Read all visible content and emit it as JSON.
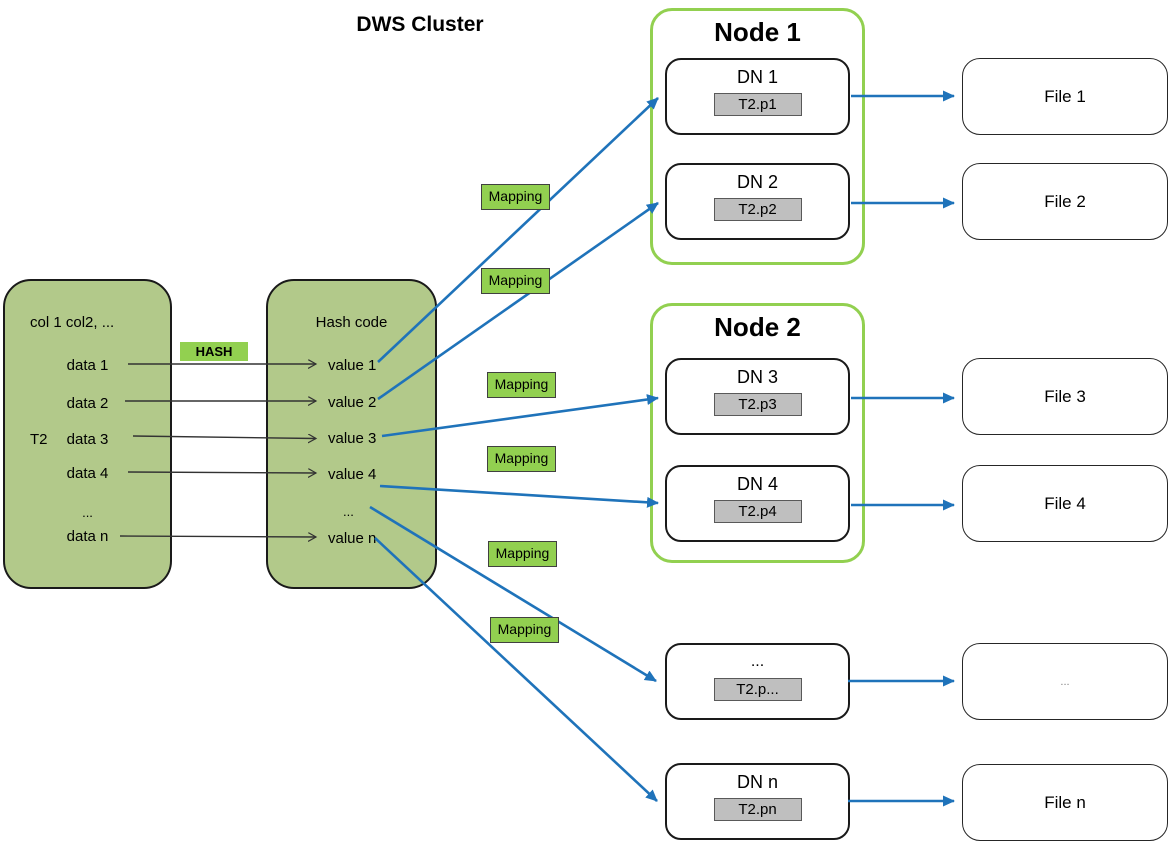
{
  "title": "DWS Cluster",
  "source_table": {
    "label": "T2",
    "header": "col 1 col2, ...",
    "rows": [
      "data 1",
      "data 2",
      "data 3",
      "data 4",
      "...",
      "data n"
    ]
  },
  "hash_box": {
    "title": "Hash code",
    "values": [
      "value 1",
      "value 2",
      "value 3",
      "value 4",
      "...",
      "value n"
    ]
  },
  "hash_chip_label": "HASH",
  "mapping_labels": [
    "Mapping",
    "Mapping",
    "Mapping",
    "Mapping",
    "Mapping",
    "Mapping"
  ],
  "nodes": [
    {
      "title": "Node 1",
      "dns": [
        {
          "name": "DN 1",
          "partition": "T2.p1"
        },
        {
          "name": "DN 2",
          "partition": "T2.p2"
        }
      ]
    },
    {
      "title": "Node 2",
      "dns": [
        {
          "name": "DN 3",
          "partition": "T2.p3"
        },
        {
          "name": "DN 4",
          "partition": "T2.p4"
        }
      ]
    }
  ],
  "standalone_dns": [
    {
      "name": "...",
      "partition": "T2.p..."
    },
    {
      "name": "DN n",
      "partition": "T2.pn"
    }
  ],
  "files": [
    "File 1",
    "File 2",
    "File 3",
    "File 4",
    "...",
    "File n"
  ],
  "colors": {
    "table_fill": "#b2c98a",
    "accent_green": "#92d050",
    "arrow_blue": "#1f73ba",
    "partition_gray": "#bfbfbf",
    "box_border": "#1a1a1a"
  }
}
